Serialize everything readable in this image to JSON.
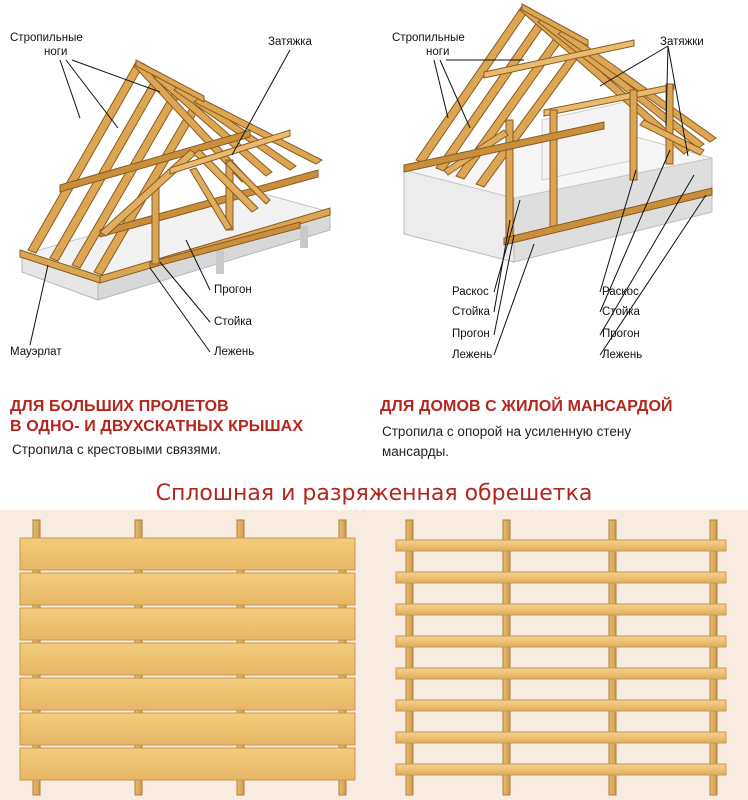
{
  "left_diagram": {
    "labels": {
      "rafters": [
        "Стропильные",
        "ноги"
      ],
      "tie": "Затяжка",
      "purlin": "Прогон",
      "post": "Стойка",
      "wall_plate": "Мауэрлат",
      "sill": "Лежень"
    },
    "caption": {
      "title_line1": "ДЛЯ БОЛЬШИХ ПРОЛЕТОВ",
      "title_line2": "В ОДНО- И ДВУХСКАТНЫХ КРЫШАХ",
      "subtitle": "Стропила с крестовыми связями."
    }
  },
  "right_diagram": {
    "labels": {
      "rafters": [
        "Стропильные",
        "ноги"
      ],
      "ties": "Затяжки",
      "left_column": [
        "Раскос",
        "Стойка",
        "Прогон",
        "Лежень"
      ],
      "right_column": [
        "Раскос",
        "Стойка",
        "Прогон",
        "Лежень"
      ]
    },
    "caption": {
      "title": "ДЛЯ ДОМОВ С ЖИЛОЙ МАНСАРДОЙ",
      "subtitle_line1": "Стропила с опорой на усиленную стену",
      "subtitle_line2": "мансарды."
    }
  },
  "sheathing": {
    "title": "Сплошная и разряженная обрешетка"
  },
  "colors": {
    "accent_red": "#b3261e",
    "timber": "#d9a654",
    "timber_edge": "#8a5a22",
    "board_light": "#f0c878",
    "slab": "#e3e3e3",
    "background_bottom": "#f7ecdf"
  }
}
